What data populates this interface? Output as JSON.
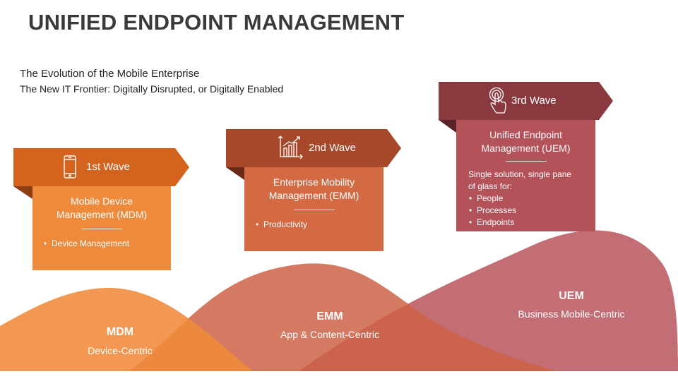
{
  "header": {
    "title": "UNIFIED ENDPOINT MANAGEMENT",
    "subtitle": "The Evolution of the Mobile Enterprise",
    "tagline": "The New IT Frontier: Digitally Disrupted, or Digitally Enabled"
  },
  "colors": {
    "wave1": "#e8762c",
    "wave2": "#a9482c",
    "wave3": "#8b3a40",
    "card1": "#ee8a3c",
    "card2": "#d46a44",
    "card3": "#b4525a"
  },
  "waves": [
    {
      "banner": "1st Wave",
      "icon": "smartphone-icon",
      "title": "Mobile Device Management (MDM)",
      "title_line1": "Mobile Device",
      "title_line2": "Management (MDM)",
      "intro": "",
      "bullets": [
        "Device Management"
      ],
      "hill_abbr": "MDM",
      "hill_desc": "Device-Centric"
    },
    {
      "banner": "2nd Wave",
      "icon": "growth-chart-icon",
      "title": "Enterprise Mobility Management (EMM)",
      "title_line1": "Enterprise Mobility",
      "title_line2": "Management (EMM)",
      "intro": "",
      "bullets": [
        "Productivity"
      ],
      "hill_abbr": "EMM",
      "hill_desc": "App & Content-Centric"
    },
    {
      "banner": "3rd Wave",
      "icon": "touch-tap-icon",
      "title": "Unified Endpoint Management (UEM)",
      "title_line1": "Unified Endpoint",
      "title_line2": "Management (UEM)",
      "intro_line1": "Single solution, single pane",
      "intro_line2": "of glass for:",
      "bullets": [
        "People",
        "Processes",
        "Endpoints"
      ],
      "hill_abbr": "UEM",
      "hill_desc": "Business Mobile-Centric"
    }
  ]
}
